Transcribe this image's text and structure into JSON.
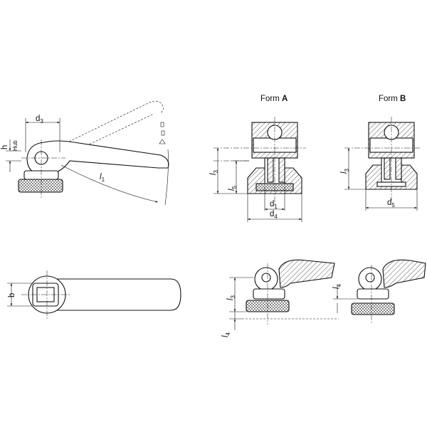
{
  "forms": {
    "a_prefix": "Form ",
    "a_letter": "A",
    "b_prefix": "Form ",
    "b_letter": "B"
  },
  "dimensions": {
    "d": "d",
    "l": "l",
    "h": "h",
    "hub": "Hub",
    "b": "b",
    "sub_1": "1",
    "sub_3": "3",
    "sub_4": "4",
    "sub_5": "5"
  }
}
